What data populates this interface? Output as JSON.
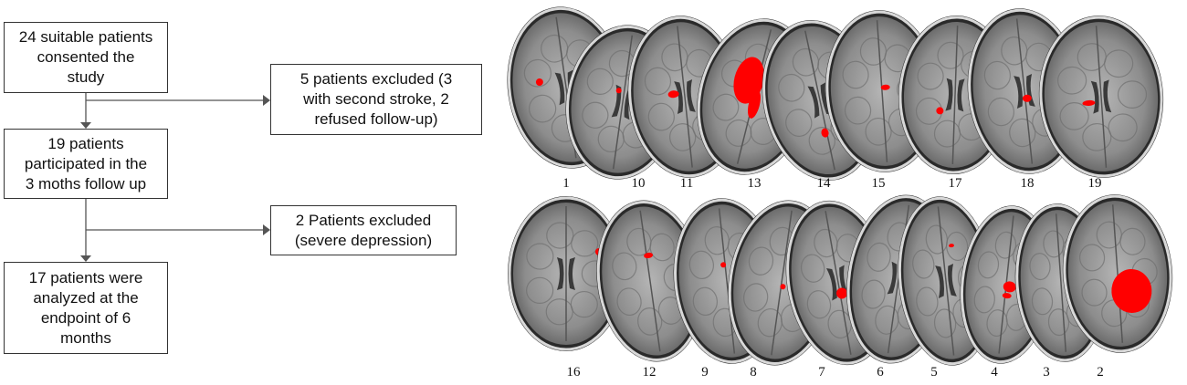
{
  "flowchart": {
    "step1": "24 suitable patients\nconsented the\nstudy",
    "exclusion1": "5 patients excluded (3\nwith second stroke, 2\nrefused follow-up)",
    "step2": "19 patients\nparticipated in the\n3 moths follow up",
    "exclusion2": "2 Patients excluded\n(severe depression)",
    "step3": "17 patients were\nanalyzed at the\nendpoint of 6\nmonths"
  },
  "scans": {
    "top_row_labels": [
      "1",
      "10",
      "11",
      "13",
      "14",
      "15",
      "17",
      "18",
      "19"
    ],
    "bottom_row_labels": [
      "16",
      "12",
      "9",
      "8",
      "7",
      "6",
      "5",
      "4",
      "3",
      "2"
    ],
    "lesion_color": "#ff0000"
  }
}
